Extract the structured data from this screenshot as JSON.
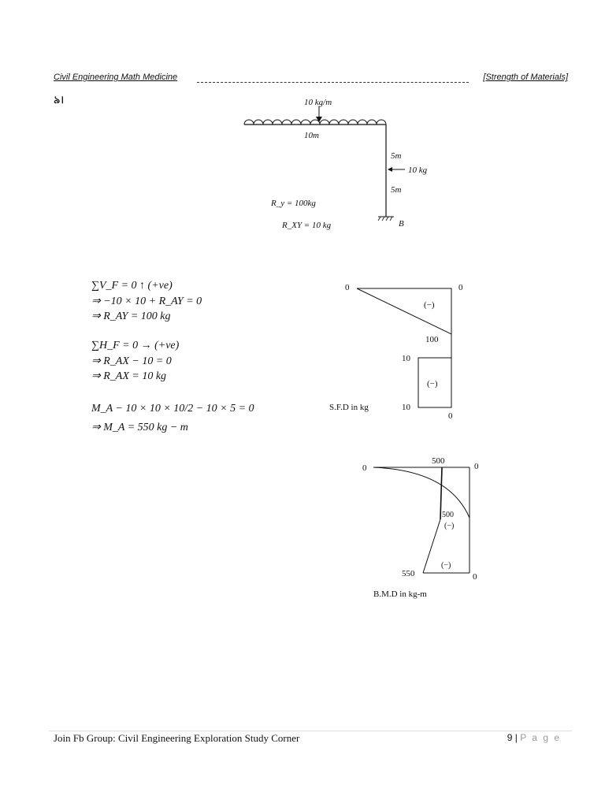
{
  "header": {
    "left": "Civil Engineering Math Medicine",
    "right": "[Strength of Materials]"
  },
  "question_number": "৯।",
  "frame_diagram": {
    "load_label": "10 kg/m",
    "span_label": "10m",
    "upper_height": "5m",
    "lower_height": "5m",
    "point_load": "10 kg",
    "support": "B",
    "reaction_y": "R_y = 100kg",
    "reaction_x": "R_XY = 10 kg"
  },
  "equations": [
    "∑V_F = 0 ↑ (+ve)",
    "⇒ −10 × 10 + R_AY = 0",
    "⇒ R_AY = 100 kg",
    "∑H_F = 0 → (+ve)",
    "⇒ R_AX − 10 = 0",
    "⇒ R_AX = 10 kg",
    "M_A − 10 × 10 × 10/2 − 10 × 5 = 0",
    "⇒ M_A = 550 kg − m"
  ],
  "sfd": {
    "caption": "S.F.D in kg",
    "labels": [
      "0",
      "0",
      "100",
      "10",
      "10",
      "0"
    ],
    "sign_top": "(−)",
    "sign_bottom": "(−)"
  },
  "bmd": {
    "caption": "B.M.D in kg-m",
    "labels": [
      "500",
      "0",
      "0",
      "500",
      "550",
      "0"
    ],
    "sign_top": "(−)",
    "sign_bottom": "(−)"
  },
  "footer": {
    "left": "Join Fb Group: Civil Engineering Exploration Study Corner",
    "page_number": "9",
    "separator": "|",
    "page_word": "P a g e"
  }
}
